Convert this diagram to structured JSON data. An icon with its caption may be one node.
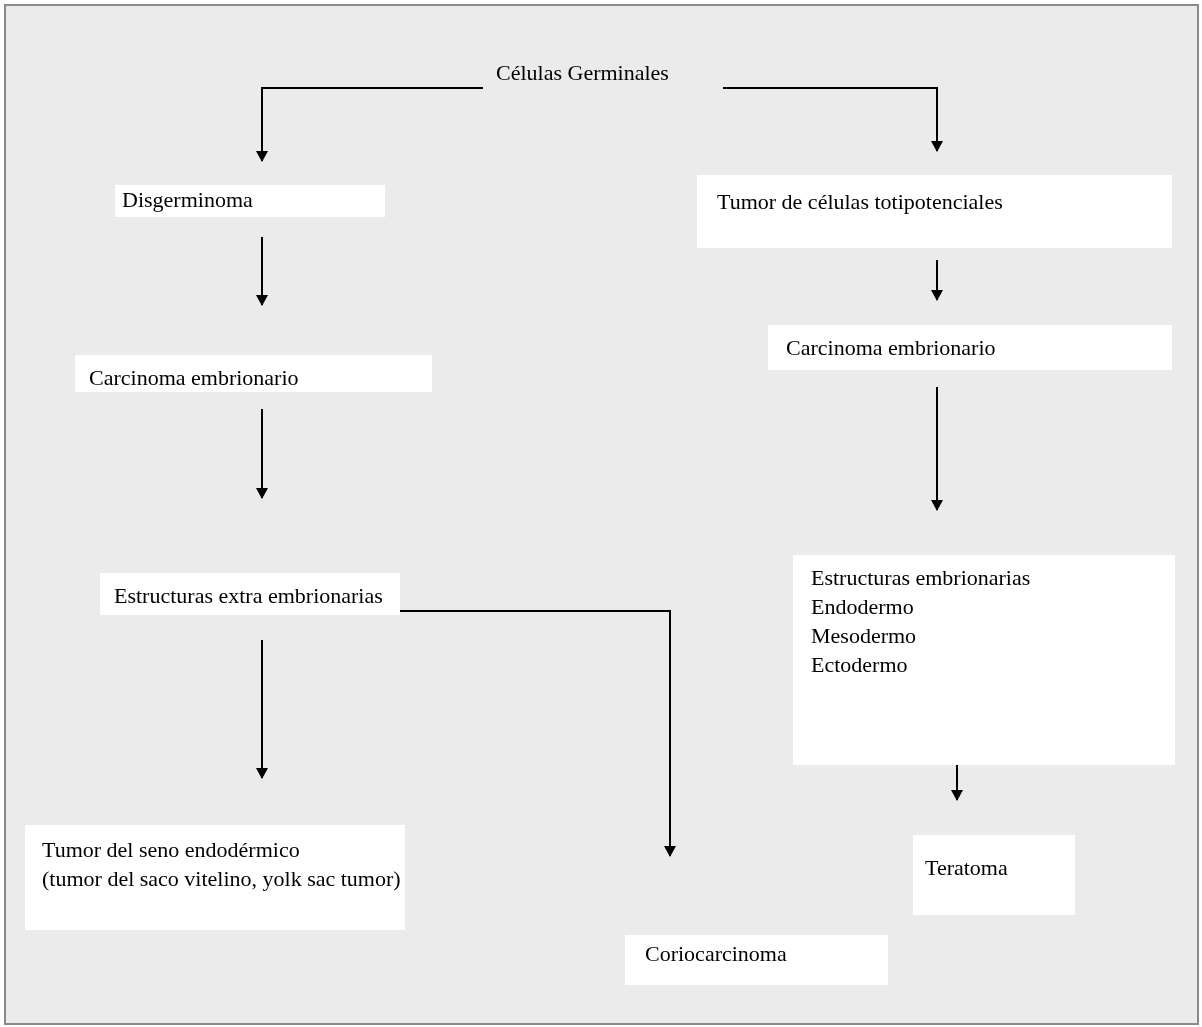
{
  "diagram": {
    "nodes": [
      {
        "text": [
          "Células Germinales"
        ]
      },
      {
        "text": [
          "Disgerminoma"
        ]
      },
      {
        "text": [
          "Tumor de células totipotenciales"
        ]
      },
      {
        "text": [
          "Carcinoma embrionario"
        ]
      },
      {
        "text": [
          "Carcinoma embrionario"
        ]
      },
      {
        "text": [
          "Estructuras extra embrionarias"
        ]
      },
      {
        "text": [
          "Estructuras embrionarias",
          "Endodermo",
          "Mesodermo",
          "Ectodermo"
        ]
      },
      {
        "text": [
          "Tumor del seno endodérmico",
          "(tumor del saco vitelino, yolk sac tumor)"
        ]
      },
      {
        "text": [
          "Coriocarcinoma"
        ]
      },
      {
        "text": [
          "Teratoma"
        ]
      }
    ],
    "edges": [
      {
        "from": 0,
        "to": 1,
        "arrow": "to"
      },
      {
        "from": 0,
        "to": 2,
        "arrow": "to"
      },
      {
        "from": 1,
        "to": 3,
        "arrow": "to"
      },
      {
        "from": 2,
        "to": 4,
        "arrow": "to"
      },
      {
        "from": 3,
        "to": 5,
        "arrow": "to"
      },
      {
        "from": 4,
        "to": 6,
        "arrow": "to"
      },
      {
        "from": 5,
        "to": 7,
        "arrow": "to"
      },
      {
        "from": 5,
        "to": 8,
        "arrow": "to"
      },
      {
        "from": 6,
        "to": 9,
        "arrow": "to"
      }
    ]
  }
}
